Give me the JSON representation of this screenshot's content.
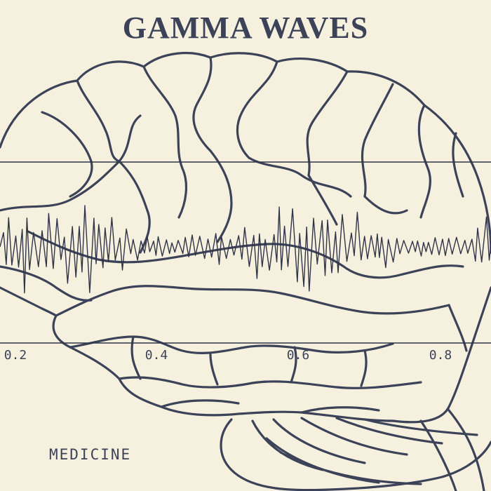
{
  "title": "GAMMA WAVES",
  "caption": "MEDICINE",
  "axis": {
    "ticks": [
      "0.2",
      "0.4",
      "0.6",
      "0.8"
    ]
  },
  "colors": {
    "background": "#f6f1df",
    "ink": "#3c4258"
  }
}
